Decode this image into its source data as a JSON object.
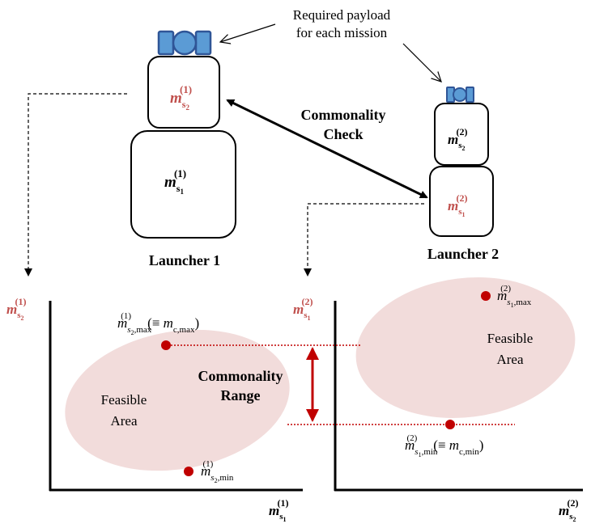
{
  "annotation": {
    "line1": "Required payload",
    "line2": "for each mission"
  },
  "launcher1": {
    "label": "Launcher 1",
    "upper_stage": {
      "symbol": "m",
      "sub_letter": "s",
      "sub_index": "2",
      "superscript": "(1)",
      "color": "#c0504d"
    },
    "lower_stage": {
      "symbol": "m",
      "sub_letter": "s",
      "sub_index": "1",
      "superscript": "(1)",
      "color": "#000000"
    }
  },
  "launcher2": {
    "label": "Launcher 2",
    "upper_stage": {
      "symbol": "m",
      "sub_letter": "s",
      "sub_index": "2",
      "superscript": "(2)",
      "color": "#000000"
    },
    "lower_stage": {
      "symbol": "m",
      "sub_letter": "s",
      "sub_index": "1",
      "superscript": "(2)",
      "color": "#c0504d"
    }
  },
  "commonality_check": {
    "line1": "Commonality",
    "line2": "Check"
  },
  "commonality_range": {
    "line1": "Commonality",
    "line2": "Range"
  },
  "plot1": {
    "y_axis": {
      "symbol": "m",
      "sub": "s",
      "sub_index": "2",
      "sup": "(1)"
    },
    "x_axis": {
      "symbol": "m",
      "sub": "s",
      "sub_index": "1",
      "sup": "(1)"
    },
    "feasible_line1": "Feasible",
    "feasible_line2": "Area",
    "max_label": {
      "sup": "(1)",
      "sub": "s",
      "sub_index": "2",
      "sub_tail": ",max",
      "equiv": "(≡ ",
      "m_sub": "c,max",
      "close": ")"
    },
    "min_label": {
      "sup": "(1)",
      "sub": "s",
      "sub_index": "2",
      "sub_tail": ",min"
    }
  },
  "plot2": {
    "y_axis": {
      "symbol": "m",
      "sub": "s",
      "sub_index": "1",
      "sup": "(2)"
    },
    "x_axis": {
      "symbol": "m",
      "sub": "s",
      "sub_index": "2",
      "sup": "(2)"
    },
    "feasible_line1": "Feasible",
    "feasible_line2": "Area",
    "max_label": {
      "sup": "(2)",
      "sub": "s",
      "sub_index": "1",
      "sub_tail": ",max"
    },
    "min_label": {
      "sup": "(2)",
      "sub": "s",
      "sub_index": "1",
      "sub_tail": ",min",
      "equiv": "(≡ ",
      "m_sub": "c,min",
      "close": ")"
    }
  },
  "colors": {
    "accent_red": "#c0504d",
    "point_red": "#c00000",
    "feasible_fill": "#f2dcdb",
    "payload_blue": "#5b9bd5",
    "payload_stroke": "#2f5597"
  }
}
